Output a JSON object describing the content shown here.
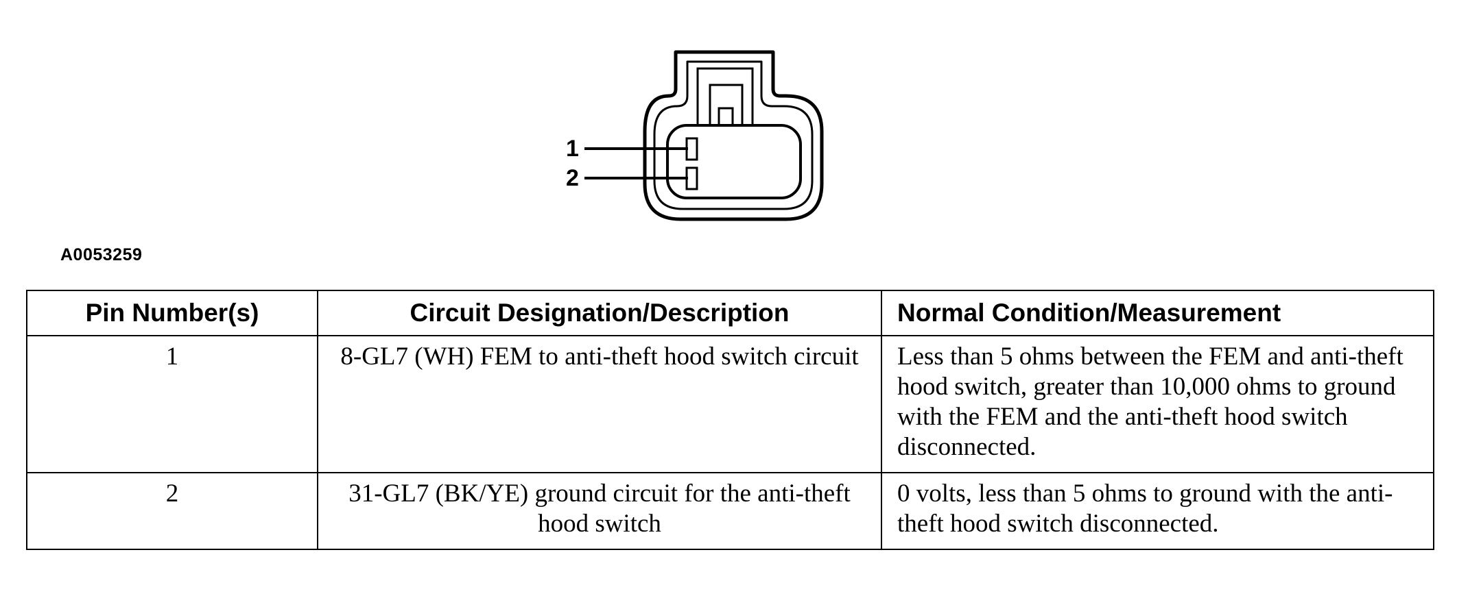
{
  "connector": {
    "pin_labels": [
      "1",
      "2"
    ]
  },
  "figure_id": "A0053259",
  "table": {
    "headers": {
      "pin": "Pin Number(s)",
      "circuit": "Circuit Designation/Description",
      "measurement": "Normal Condition/Measurement"
    },
    "rows": [
      {
        "pin": "1",
        "circuit": "8-GL7 (WH) FEM to anti-theft hood switch circuit",
        "measurement": "Less than 5 ohms between the FEM and anti-theft hood switch, greater than 10,000 ohms to ground with the FEM and the anti-theft hood switch disconnected."
      },
      {
        "pin": "2",
        "circuit": "31-GL7 (BK/YE) ground circuit for the anti-theft hood switch",
        "measurement": "0 volts, less than 5 ohms to ground with the anti-theft hood switch disconnected."
      }
    ]
  }
}
